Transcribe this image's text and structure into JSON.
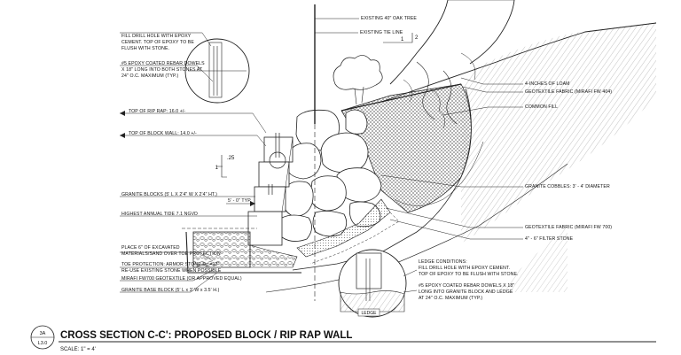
{
  "title": "CROSS SECTION C-C': PROPOSED BLOCK / RIP RAP WALL",
  "scale": "SCALE: 1\" = 4'",
  "detail_id": "3A",
  "sheet_id": "L3.0",
  "slope_ratio": "2",
  "slope_one": "1",
  "batter_rise": "1",
  "batter_run": ".25",
  "offset_dim": "5' - 0\" TYP.",
  "ledge_tag": "LEDGE",
  "labels": {
    "oak_tree": "EXISTING 40\" OAK TREE",
    "tie_line": "EXISTING TIE LINE",
    "drill_hole_1": "FILL DRILL HOLE WITH EPOXY",
    "drill_hole_2": "CEMENT.  TOP OF EPOXY TO BE",
    "drill_hole_3": "FLUSH WITH STONE.",
    "dowels_1": "#5 EPOXY COATED REBAR DOWELS",
    "dowels_2": "X 18\" LONG INTO BOTH STONES AT",
    "dowels_3": "24\" O.C. MAXIMUM (TYP.)",
    "top_riprap": "TOP OF RIP RAP: 16.0 +/-",
    "top_block": "TOP OF BLOCK WALL: 14.0 +/-",
    "granite_blocks": "GRANITE BLOCKS (5' L X 2'4\" W X 2'4\" HT.)",
    "annual_tide": "HIGHEST ANNUAL TIDE 7.1 NGVD",
    "excavated_1": "PLACE 6\" OF EXCAVATED",
    "excavated_2": "MATERIALS/SAND OVER TOE PROTECTION",
    "toe_1": "TOE PROTECTION: ARMOR STONE D",
    "toe_sub": "50",
    "toe_2": "=12\"",
    "toe_3": "RE-USE EXISTING STONE WHEN POSSIBLE",
    "mirafi_700": "MIRAFI FW700 GEOTEXTILE (OR APPROVED EQUAL)",
    "base_block": "GRANITE BASE BLOCK (5' L x 3' W x 3.5' H.)",
    "loam": "4-INCHES OF LOAM",
    "geo_404": "GEOTEXTILE FABRIC (MIRAFI FW 404)",
    "common_fill": "COMMON FILL",
    "cobbles": "GRANITE COBBLES: 3' - 4' DIAMETER",
    "geo_700": "GEOTEXTILE FABRIC (MIRAFI FW 700)",
    "filter_stone": "4\" - 6\" FILTER STONE",
    "ledge_1": "LEDGE CONDITIONS:",
    "ledge_2": "FILL DRILL HOLE WITH EPOXY CEMENT.",
    "ledge_3": "TOP OF EPOXY TO BE FLUSH WITH STONE.",
    "ledge_4": "#5 EPOXY COATED REBAR DOWELS X 18\"",
    "ledge_5": "LONG INTO GRANITE BLOCK AND LEDGE",
    "ledge_6": "AT 24\" O.C. MAXIMUM (TYP.)"
  }
}
